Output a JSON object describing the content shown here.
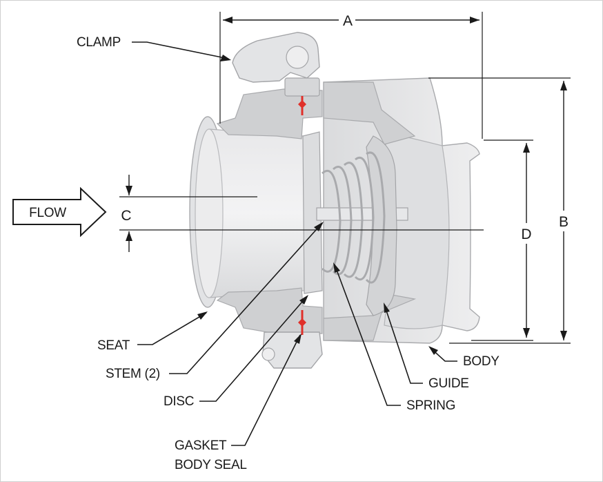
{
  "labels": {
    "clamp": "CLAMP",
    "flow": "FLOW",
    "seat": "SEAT",
    "stem": "STEM (2)",
    "disc": "DISC",
    "gasket": "GASKET",
    "body_seal": "BODY SEAL",
    "body": "BODY",
    "guide": "GUIDE",
    "spring": "SPRING"
  },
  "dimensions": {
    "a": "A",
    "b": "B",
    "c": "C",
    "d": "D"
  },
  "colors": {
    "metal_light": "#e9e9ea",
    "metal_mid": "#d4d5d7",
    "metal_dark": "#b9babd",
    "cut_face": "#cdced0",
    "gasket_red": "#e0302a",
    "ink": "#1a1a1a"
  }
}
